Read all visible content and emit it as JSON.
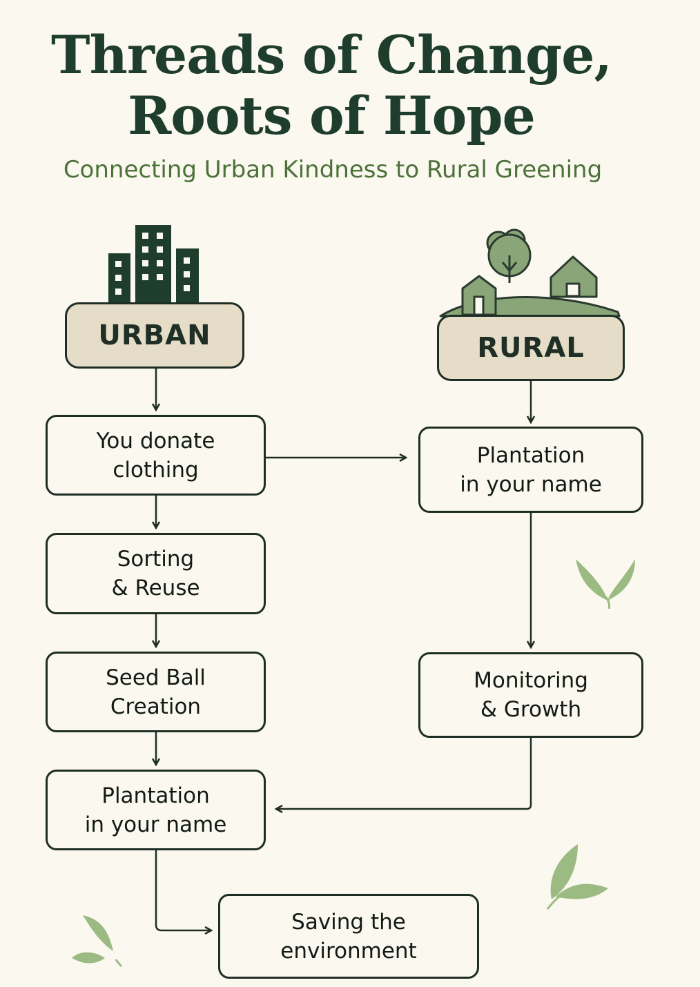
{
  "title": {
    "line1": "Threads of Change,",
    "line2": "Roots of Hope"
  },
  "subtitle": "Connecting Urban Kindness to Rural Greening",
  "urban": {
    "label": "URBAN",
    "steps": [
      "You donate\nclothing",
      "Sorting\n& Reuse",
      "Seed Ball\nCreation",
      "Plantation\nin your name"
    ]
  },
  "rural": {
    "label": "RURAL",
    "steps": [
      "Plantation\nin your name",
      "Monitoring\n& Growth"
    ]
  },
  "final_step": "Saving the\nenvironment",
  "colors": {
    "title": "#1f3d2c",
    "subtitle": "#4c7139",
    "background": "#faf8ef",
    "region_fill": "#e6ddc8",
    "outline": "#1e2e25",
    "leaf": "#9bbb82",
    "icon_green": "#8aa679"
  },
  "icons": [
    "city-buildings-icon",
    "village-houses-icon",
    "leaf-icon"
  ]
}
